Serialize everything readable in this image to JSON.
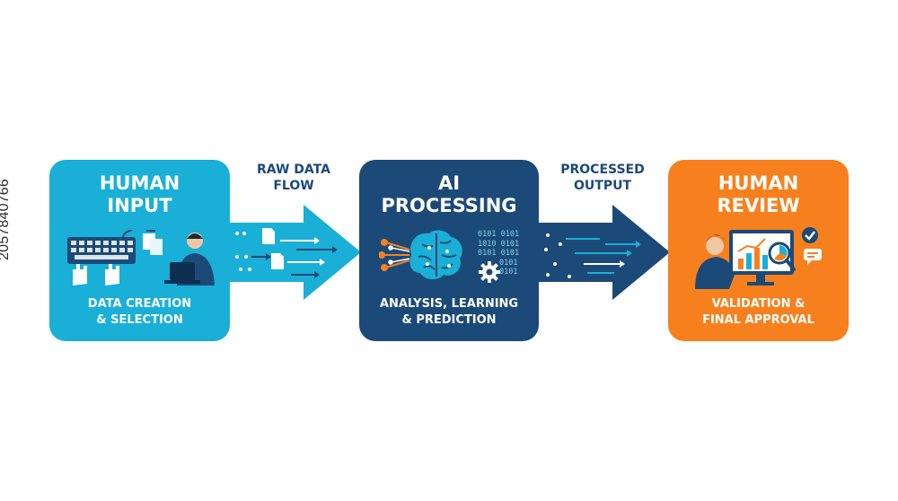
{
  "colors": {
    "input_box": "#1aafd6",
    "ai_box": "#1c4a78",
    "review_box": "#f7801e",
    "arrow_light": "#1aafd6",
    "arrow_dark": "#1c4a78",
    "label_text": "#1c4a78"
  },
  "side_id": "2057840766",
  "stages": {
    "input": {
      "title_line1": "HUMAN",
      "title_line2": "INPUT",
      "sub_line1": "DATA CREATION",
      "sub_line2": "& SELECTION",
      "icon": "keyboard-hands-person-laptop-icon"
    },
    "ai": {
      "title_line1": "AI",
      "title_line2": "PROCESSING",
      "sub_line1": "ANALYSIS, LEARNING",
      "sub_line2": "& PREDICTION",
      "icon": "brain-circuit-gear-icon",
      "binary": [
        "0101 0101",
        "1010 0101",
        "0101 0101",
        "0101",
        "0101"
      ]
    },
    "review": {
      "title_line1": "HUMAN",
      "title_line2": "REVIEW",
      "sub_line1": "VALIDATION &",
      "sub_line2": "FINAL APPROVAL",
      "icon": "person-monitor-chart-icon"
    }
  },
  "flows": {
    "first": {
      "line1": "RAW DATA",
      "line2": "FLOW"
    },
    "second": {
      "line1": "PROCESSED",
      "line2": "OUTPUT"
    }
  }
}
